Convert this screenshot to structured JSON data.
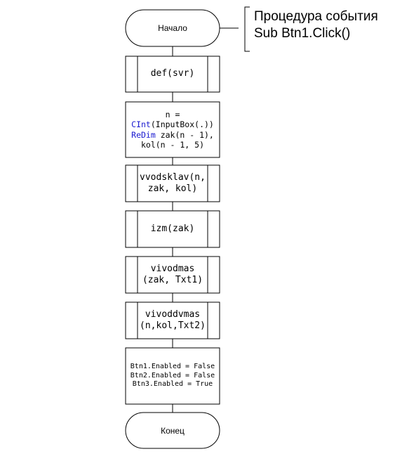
{
  "comment": {
    "line1": "Процедура события",
    "line2": "Sub Btn1.Click()"
  },
  "start": {
    "label": "Начало"
  },
  "end": {
    "label": "Конец"
  },
  "step1": {
    "label": "def(svr)"
  },
  "step2": {
    "line1": "n =",
    "line2_kw": "CInt",
    "line2_rest": "(InputBox(.))",
    "line3_kw": "ReDim",
    "line3_rest": " zak(n - 1),",
    "line4": "kol(n - 1, 5)"
  },
  "step3": {
    "line1": "vvodsklav(n,",
    "line2": "zak, kol)"
  },
  "step4": {
    "label": "izm(zak)"
  },
  "step5": {
    "line1": "vivodmas",
    "line2": "(zak, Txt1)"
  },
  "step6": {
    "line1": "vivoddvmas",
    "line2": "(n,kol,Txt2)"
  },
  "step7": {
    "line1": "Btn1.Enabled = False",
    "line2": "Btn2.Enabled = False",
    "line3": "Btn3.Enabled = True"
  },
  "colors": {
    "keyword": "#1a1ad0",
    "stroke": "#000000",
    "background": "#ffffff"
  }
}
